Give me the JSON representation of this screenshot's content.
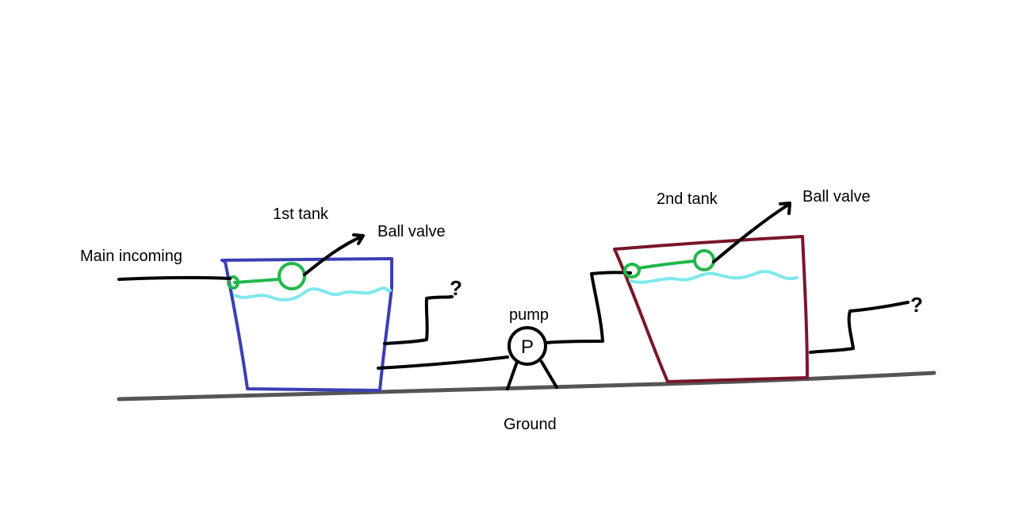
{
  "labels": {
    "main_incoming": "Main incoming",
    "first_tank": "1st tank",
    "ball_valve_1": "Ball valve",
    "second_tank": "2nd tank",
    "ball_valve_2": "Ball valve",
    "pump": "pump",
    "pump_symbol": "P",
    "ground": "Ground",
    "question_1": "?",
    "question_2": "?"
  },
  "colors": {
    "tank_1": "#3a3fb5",
    "tank_2": "#7a1628",
    "float_valve": "#22b84a",
    "water": "#7ee8ee",
    "pipe": "#000000",
    "ground": "#555555"
  }
}
